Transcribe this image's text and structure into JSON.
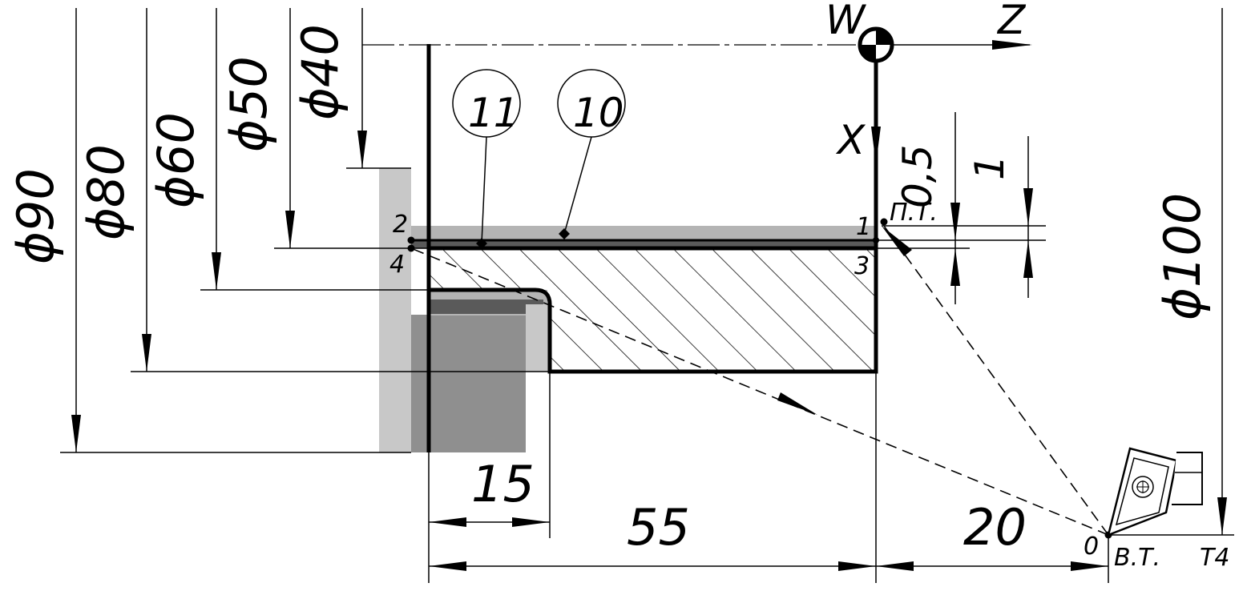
{
  "diameters": {
    "d90": "ϕ90",
    "d80": "ϕ80",
    "d60": "ϕ60",
    "d50": "ϕ50",
    "d40": "ϕ40",
    "d100": "ϕ100"
  },
  "dimensions": {
    "len15": "15",
    "len55": "55",
    "len20": "20",
    "allow05": "0,5",
    "allow1": "1"
  },
  "axes": {
    "w": "W",
    "z": "Z",
    "x": "X"
  },
  "callouts": {
    "c11": "11",
    "c10": "10"
  },
  "points": {
    "p1": "1",
    "p2": "2",
    "p3": "3",
    "p4": "4",
    "p0": "0"
  },
  "labels": {
    "start": "П.Т.",
    "home": "В.Т.",
    "tool": "T4"
  }
}
